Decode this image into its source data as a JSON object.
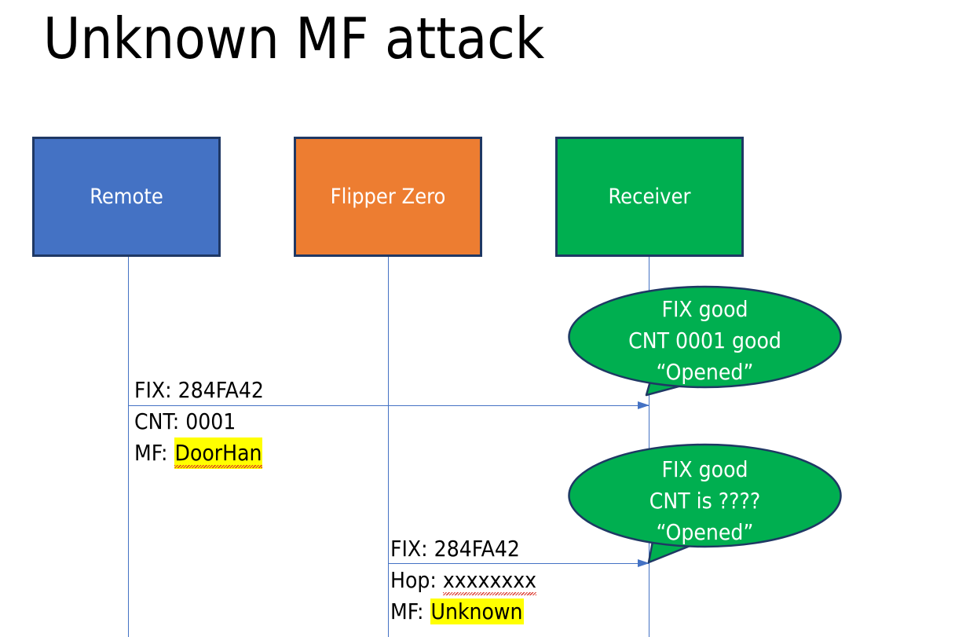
{
  "slide": {
    "title": "Unknown MF attack",
    "background_color": "#FFFFFF"
  },
  "colors": {
    "remote_blue": "#4472C4",
    "flipper_orange": "#ED7D31",
    "receiver_green": "#00AF50",
    "border_navy": "#1F3864",
    "arrow_blue": "#4472C4",
    "highlight_yellow": "#FFFF00",
    "spellcheck_red": "#D93025",
    "bubble_text_white": "#FFFFFF"
  },
  "actors": [
    {
      "id": "remote",
      "label": "Remote",
      "fill": "#4472C4"
    },
    {
      "id": "flipper",
      "label": "Flipper Zero",
      "fill": "#ED7D31"
    },
    {
      "id": "receiver",
      "label": "Receiver",
      "fill": "#00AF50"
    }
  ],
  "messages": [
    {
      "id": "msg1",
      "from": "remote",
      "to": "receiver",
      "lines": [
        {
          "label": "FIX: ",
          "value": "284FA42",
          "highlight": false,
          "spellcheck_underline": false
        },
        {
          "label": "CNT: ",
          "value": "0001",
          "highlight": false,
          "spellcheck_underline": false
        },
        {
          "label": "MF: ",
          "value": "DoorHan",
          "highlight": true,
          "spellcheck_underline": true
        }
      ]
    },
    {
      "id": "msg2",
      "from": "flipper",
      "to": "receiver",
      "lines": [
        {
          "label": "FIX: ",
          "value": "284FA42",
          "highlight": false,
          "spellcheck_underline": false
        },
        {
          "label": "Hop: ",
          "value": "xxxxxxxx",
          "highlight": false,
          "spellcheck_underline": true
        },
        {
          "label": "MF: ",
          "value": "Unknown",
          "highlight": true,
          "spellcheck_underline": false
        }
      ]
    }
  ],
  "callouts": [
    {
      "id": "bubble1",
      "points_to": "msg1",
      "fill": "#00AF50",
      "lines": [
        "FIX good",
        "CNT 0001 good",
        "“Opened”"
      ]
    },
    {
      "id": "bubble2",
      "points_to": "msg2",
      "fill": "#00AF50",
      "lines": [
        "FIX good",
        "CNT is ????",
        "“Opened”"
      ]
    }
  ]
}
